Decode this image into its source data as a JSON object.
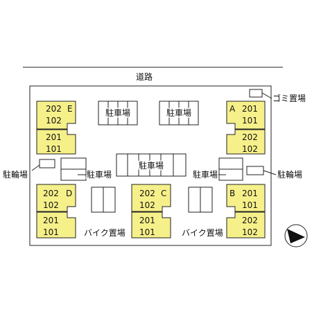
{
  "road_label": "道路",
  "garbage_label": "ゴミ置場",
  "buildings": [
    {
      "id": "E",
      "letter": "E",
      "upper": [
        "202",
        "102"
      ],
      "lower": [
        "201",
        "101"
      ]
    },
    {
      "id": "A",
      "letter": "A",
      "upper": [
        "201",
        "101"
      ],
      "lower": [
        "202",
        "102"
      ]
    },
    {
      "id": "D",
      "letter": "D",
      "upper": [
        "202",
        "102"
      ],
      "lower": [
        "201",
        "101"
      ]
    },
    {
      "id": "C",
      "letter": "C",
      "upper": [
        "202",
        "102"
      ],
      "lower": [
        "201",
        "101"
      ]
    },
    {
      "id": "B",
      "letter": "B",
      "upper": [
        "201",
        "101"
      ],
      "lower": [
        "202",
        "102"
      ]
    }
  ],
  "parking_label": "駐車場",
  "bicycle_label": "駐輪場",
  "bike_label": "バイク置場",
  "colors": {
    "unit_fill": "#f6f08a",
    "line": "#222222"
  }
}
